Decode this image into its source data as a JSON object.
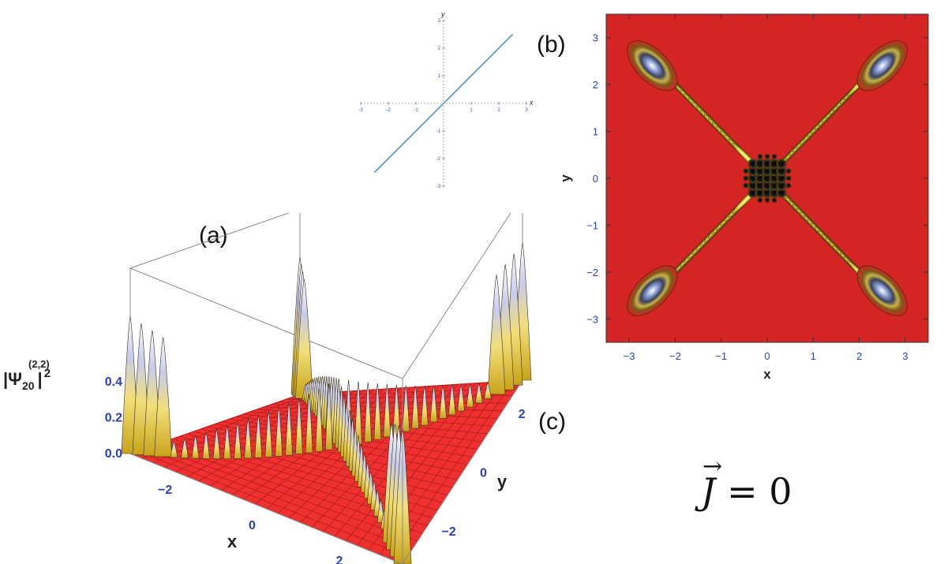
{
  "labels": {
    "a": "(a)",
    "b": "(b)",
    "c": "(c)"
  },
  "equation": {
    "symbol": "J",
    "arrow": "→",
    "rhs": "= 0"
  },
  "chart_data": [
    {
      "id": "inset-line",
      "type": "line",
      "xlabel": "x",
      "ylabel": "y",
      "xlim": [
        -3,
        3
      ],
      "ylim": [
        -3,
        3
      ],
      "xticks": [
        -3,
        -2,
        -1,
        1,
        2,
        3
      ],
      "yticks": [
        -3,
        -2,
        -1,
        1,
        2,
        3
      ],
      "series": [
        {
          "x": [
            -2.5,
            2.5
          ],
          "y": [
            -2.5,
            2.5
          ],
          "color": "#5b8ec8"
        }
      ]
    },
    {
      "id": "contour",
      "type": "heatmap",
      "xlabel": "x",
      "ylabel": "y",
      "xlim": [
        -3.5,
        3.5
      ],
      "ylim": [
        -3.5,
        3.5
      ],
      "xticks": [
        -3,
        -2,
        -1,
        0,
        1,
        2,
        3
      ],
      "yticks": [
        -3,
        -2,
        -1,
        0,
        1,
        2,
        3
      ],
      "background_color": "#d42424",
      "peak_centers": [
        [
          -2.5,
          2.4
        ],
        [
          2.5,
          2.4
        ],
        [
          -2.5,
          -2.4
        ],
        [
          2.5,
          -2.4
        ]
      ],
      "band_directions": [
        "diagonal",
        "anti-diagonal"
      ]
    },
    {
      "id": "surface",
      "type": "area",
      "xlabel": "x",
      "ylabel": "y",
      "zlabel": "|Ψ",
      "zlabel_sub": "20",
      "zlabel_sup": "(2,2)",
      "zlabel_tail": "|",
      "zlabel_exp": "2",
      "xticks": [
        -2,
        0,
        2
      ],
      "yticks": [
        -2,
        0,
        2
      ],
      "zticks": [
        "0.0",
        "0.2",
        "0.4"
      ],
      "surface_color": "#ee3030",
      "peak_color": "#f2df7a"
    }
  ]
}
